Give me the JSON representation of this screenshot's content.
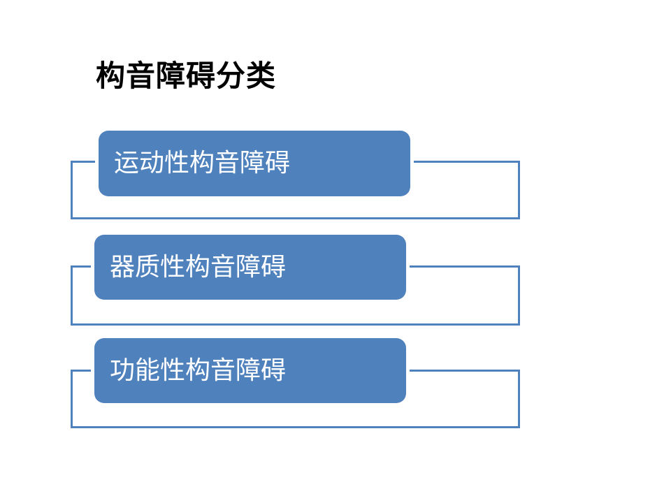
{
  "title": "构音障碍分类",
  "colors": {
    "accent": "#4f81bd",
    "text_on_accent": "#ffffff",
    "title": "#000000",
    "background": "#ffffff"
  },
  "categories": [
    {
      "label": "运动性构音障碍"
    },
    {
      "label": "器质性构音障碍"
    },
    {
      "label": "功能性构音障碍"
    }
  ]
}
